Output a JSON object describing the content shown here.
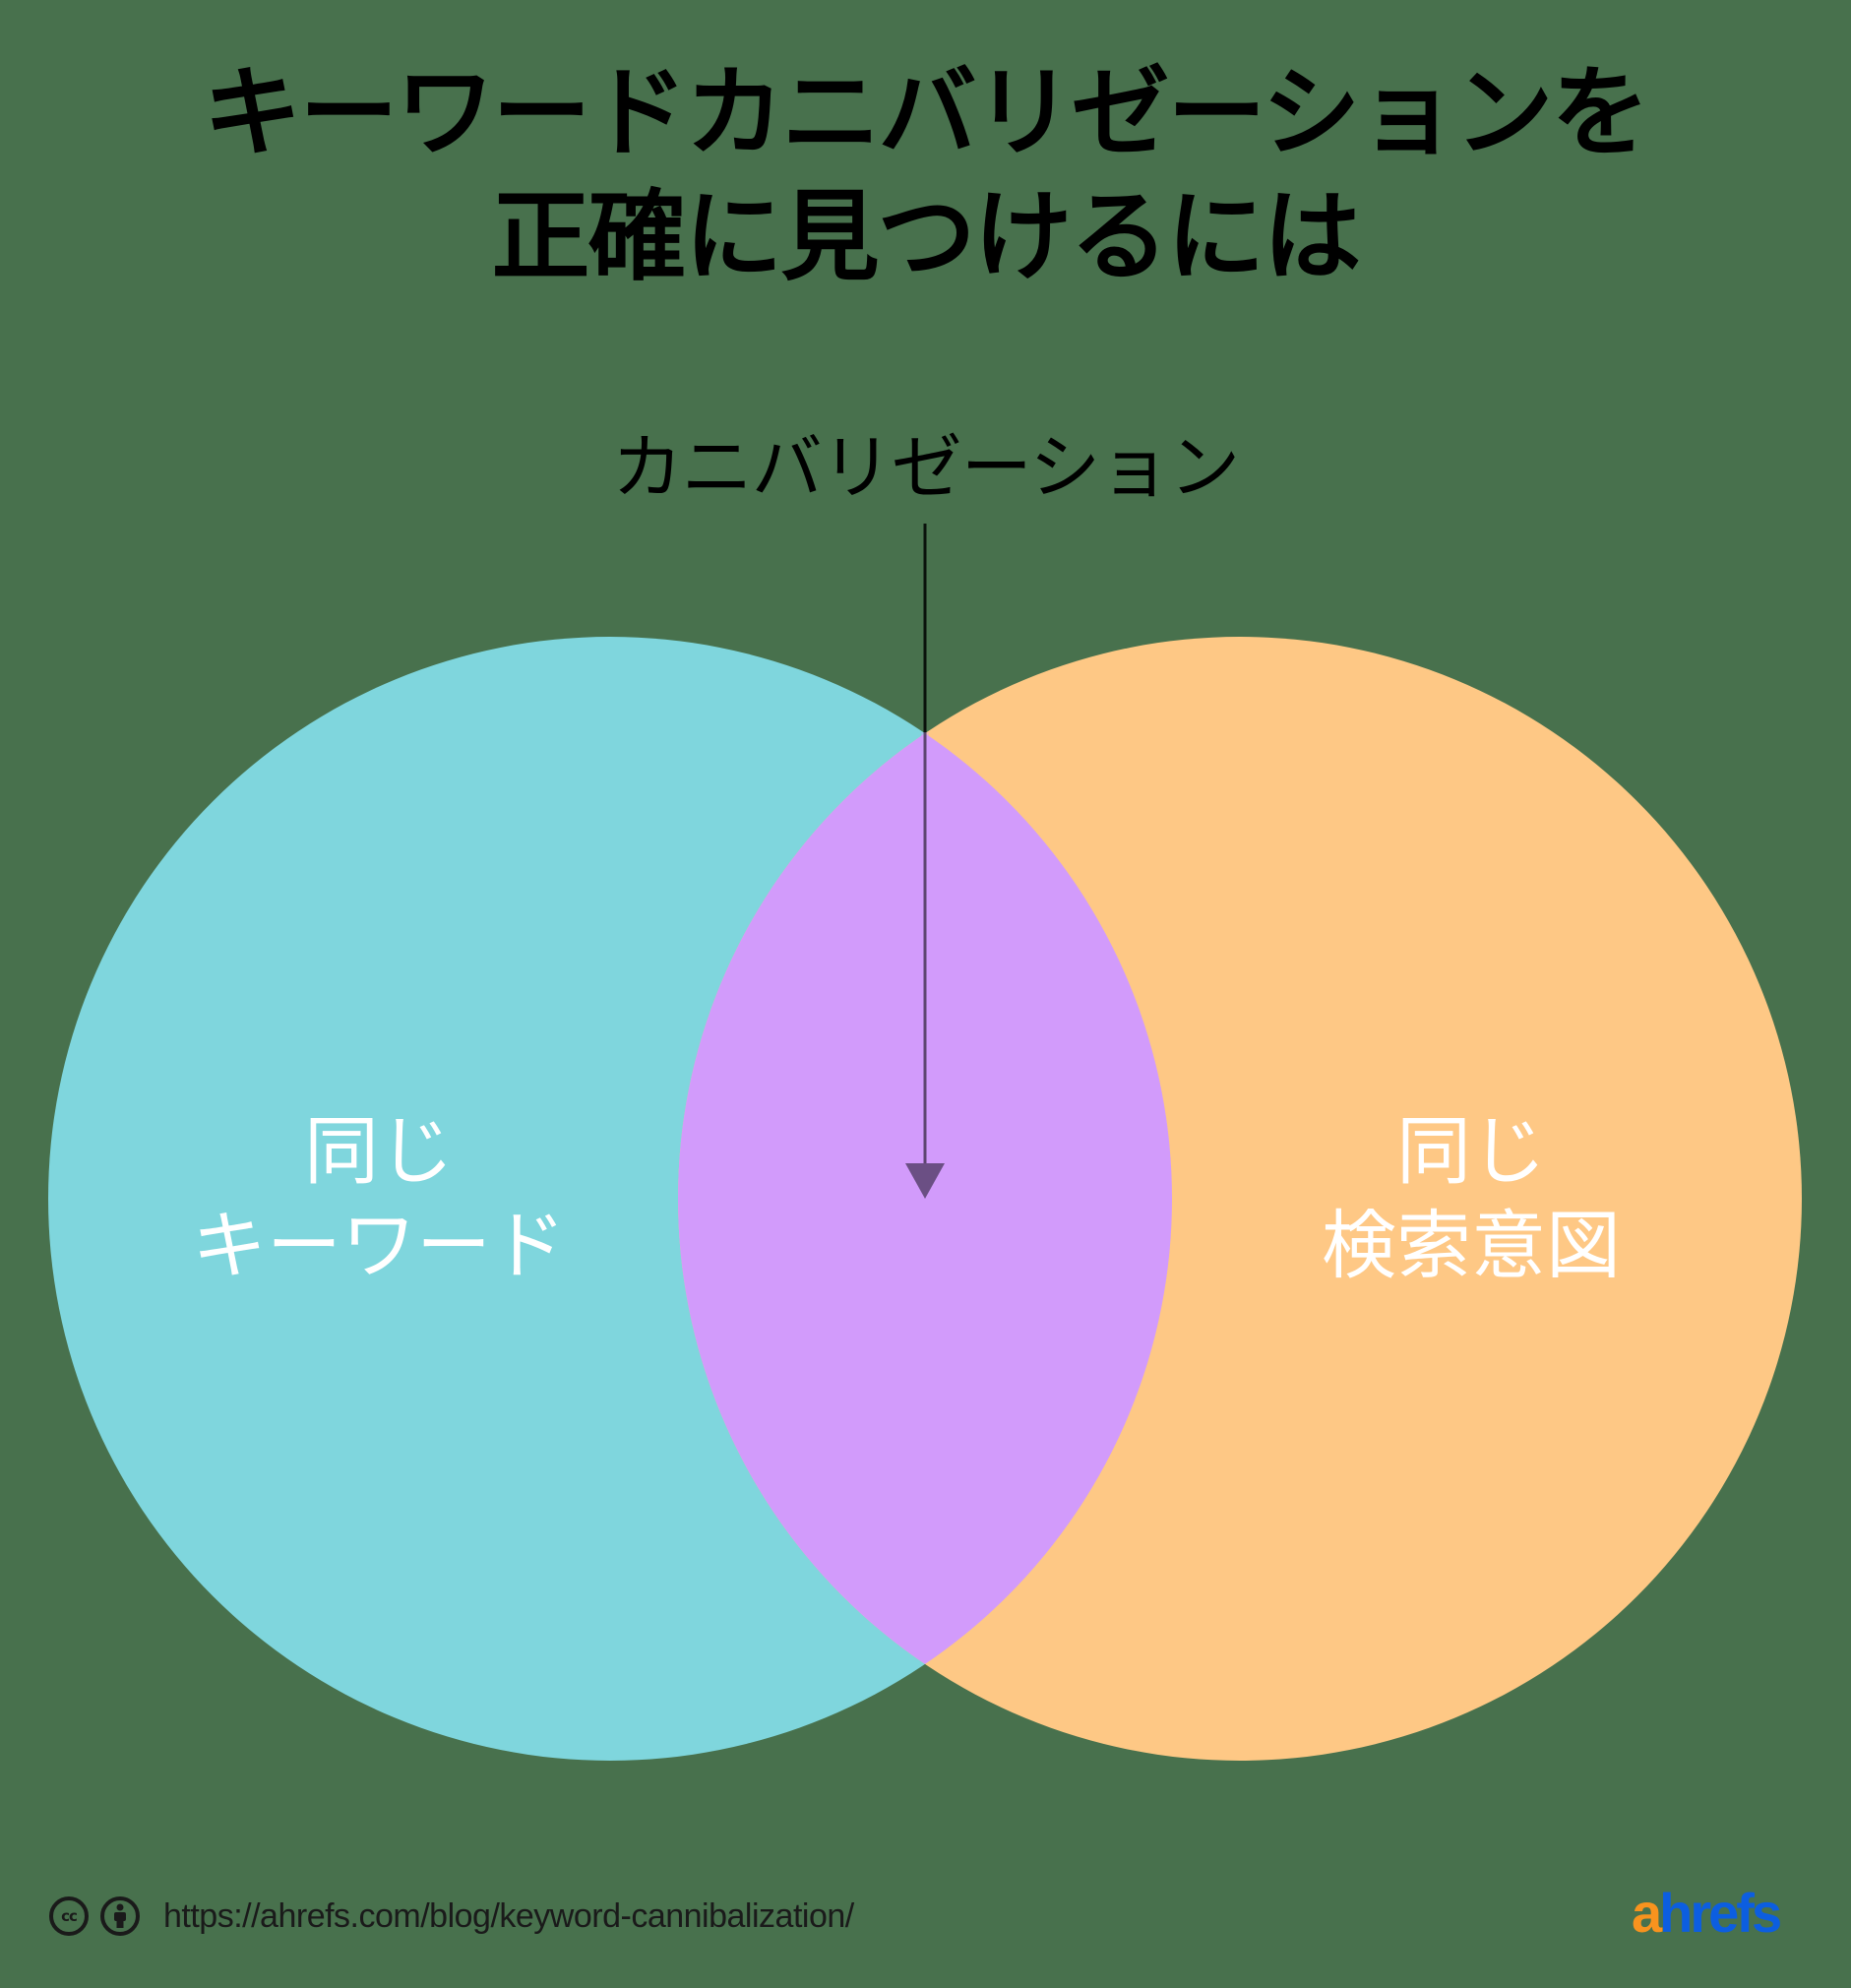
{
  "title": {
    "line1": "キーワードカニバリゼーションを",
    "line2": "正確に見つけるには"
  },
  "diagram": {
    "overlap_label": "カニバリゼーション",
    "left_circle": {
      "line1": "同じ",
      "line2": "キーワード",
      "color": "#7fd6dd"
    },
    "right_circle": {
      "line1": "同じ",
      "line2": "検索意図",
      "color": "#fec885"
    },
    "overlap_color": "#d29bfb",
    "background_color": "#48714d"
  },
  "footer": {
    "license_icons": [
      "cc-icon",
      "attribution-icon"
    ],
    "cc_text": "cc",
    "url": "https://ahrefs.com/blog/keyword-cannibalization/",
    "logo_a": "a",
    "logo_rest": "hrefs",
    "logo_colors": {
      "a": "#f8931e",
      "rest": "#0c5ee0"
    }
  }
}
